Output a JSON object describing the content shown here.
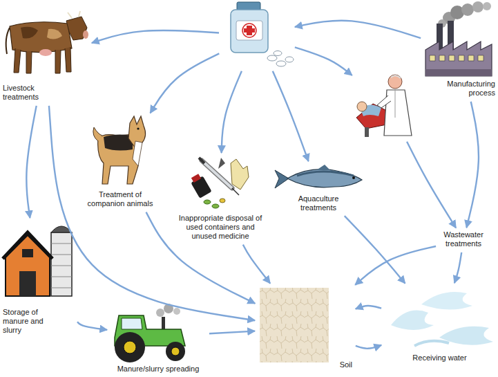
{
  "diagram": {
    "nodes": [
      {
        "text": [
          "Livestock treatments"
        ]
      },
      {
        "text": []
      },
      {
        "text": [
          "Manufacturing process"
        ]
      },
      {
        "text": []
      },
      {
        "text": [
          "Treatment of companion animals"
        ]
      },
      {
        "text": [
          "Inappropriate disposal of used containers and unused medicine"
        ]
      },
      {
        "text": [
          "Aquaculture treatments"
        ]
      },
      {
        "text": [
          "Wastewater treatments"
        ]
      },
      {
        "text": [
          "Storage of manure and slurry"
        ]
      },
      {
        "text": [
          "Manure/slurry spreading"
        ]
      },
      {
        "text": [
          "Soil"
        ]
      },
      {
        "text": [
          "Receiving water"
        ]
      }
    ],
    "edges": [
      {
        "from": 1,
        "to": 0,
        "arrow": "to"
      },
      {
        "from": 1,
        "to": 4,
        "arrow": "to"
      },
      {
        "from": 1,
        "to": 5,
        "arrow": "to"
      },
      {
        "from": 1,
        "to": 6,
        "arrow": "to"
      },
      {
        "from": 1,
        "to": 3,
        "arrow": "to"
      },
      {
        "from": 2,
        "to": 1,
        "arrow": "to"
      },
      {
        "from": 2,
        "to": 7,
        "arrow": "to"
      },
      {
        "from": 3,
        "to": 7,
        "arrow": "to"
      },
      {
        "from": 0,
        "to": 8,
        "arrow": "to"
      },
      {
        "from": 0,
        "to": 10,
        "arrow": "to"
      },
      {
        "from": 8,
        "to": 9,
        "arrow": "to"
      },
      {
        "from": 9,
        "to": 10,
        "arrow": "to"
      },
      {
        "from": 4,
        "to": 10,
        "arrow": "to"
      },
      {
        "from": 5,
        "to": 10,
        "arrow": "to"
      },
      {
        "from": 6,
        "to": 11,
        "arrow": "to"
      },
      {
        "from": 7,
        "to": 10,
        "arrow": "to"
      },
      {
        "from": 7,
        "to": 11,
        "arrow": "to"
      },
      {
        "from": 10,
        "to": 11,
        "arrow": "to"
      },
      {
        "from": 11,
        "to": 10,
        "arrow": "to"
      }
    ]
  }
}
